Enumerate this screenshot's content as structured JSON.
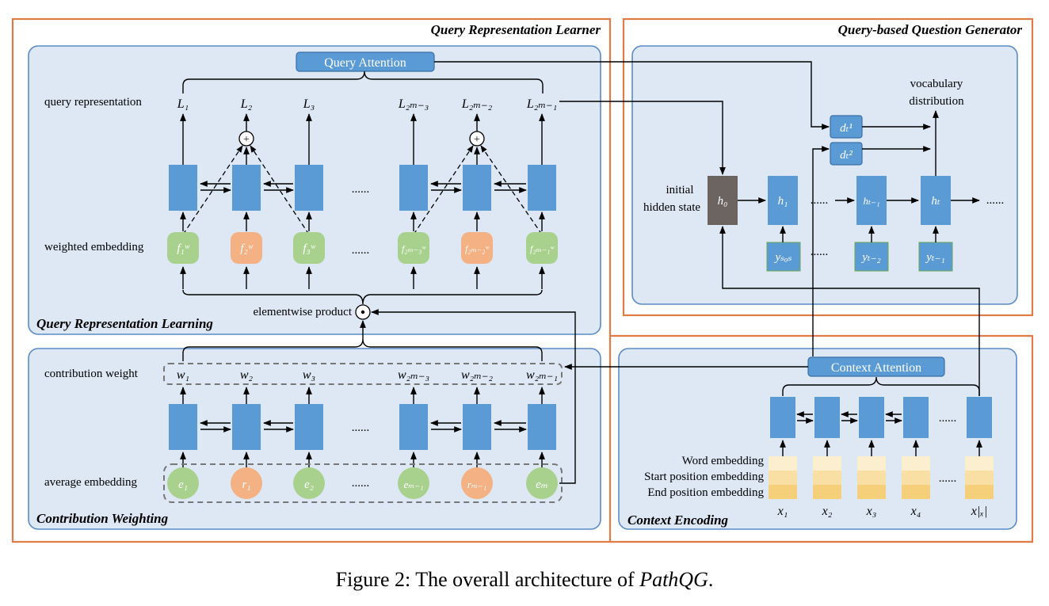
{
  "sections": {
    "query_representation_learner": "Query Representation Learner",
    "query_based_question_generator": "Query-based Question Generator",
    "query_representation_learning": "Query Representation Learning",
    "contribution_weighting": "Contribution Weighting",
    "context_encoding": "Context Encoding"
  },
  "attention": {
    "query": "Query Attention",
    "context": "Context Attention"
  },
  "row_labels": {
    "query_representation": "query representation",
    "weighted_embedding": "weighted embedding",
    "elementwise_product": "elementwise product",
    "contribution_weight": "contribution weight",
    "average_embedding": "average embedding"
  },
  "ellipsis": "......",
  "query_outputs": [
    "L₁",
    "L₂",
    "L₃",
    "L₂ₘ₋₃",
    "L₂ₘ₋₂",
    "L₂ₘ₋₁"
  ],
  "weighted_embeddings": [
    "f₁ʷ",
    "f₂ʷ",
    "f₃ʷ",
    "f₂ₘ₋₃ʷ",
    "f₂ₘ₋₂ʷ",
    "f₂ₘ₋₁ʷ"
  ],
  "contribution_weights": [
    "w₁",
    "w₂",
    "w₃",
    "w₂ₘ₋₃",
    "w₂ₘ₋₂",
    "w₂ₘ₋₁"
  ],
  "average_embeddings": [
    "e₁",
    "r₁",
    "e₂",
    "eₘ₋₁",
    "rₘ₋₁",
    "eₘ"
  ],
  "generator": {
    "initial_label_1": "initial",
    "initial_label_2": "hidden state",
    "vocab_1": "vocabulary",
    "vocab_2": "distribution",
    "h0": "h₀",
    "h1": "h₁",
    "ht1": "hₜ₋₁",
    "ht": "hₜ",
    "ysos": "yₛₒₛ",
    "yt2": "yₜ₋₂",
    "yt1": "yₜ₋₁",
    "d1": "dₜ¹",
    "d2": "dₜ²"
  },
  "context": {
    "word_embedding": "Word embedding",
    "start_position_embedding": "Start position embedding",
    "end_position_embedding": "End position embedding",
    "tokens": [
      "x₁",
      "x₂",
      "x₃",
      "x₄",
      "x|ₓ|"
    ]
  },
  "caption": {
    "prefix": "Figure 2:  The overall architecture of ",
    "name": "PathQG",
    "suffix": "."
  },
  "colors": {
    "panel_fill": "#dde8f4",
    "panel_stroke": "#5a8bc6",
    "outer_frame": "#e07b45",
    "cell_blue": "#5b9bd5",
    "node_green": "#a9d18e",
    "node_orange": "#f4b183",
    "h0_gray": "#6b6461",
    "emb_word": "#fcefd0",
    "emb_start": "#f9dfa3",
    "emb_end": "#f5cf7a"
  }
}
